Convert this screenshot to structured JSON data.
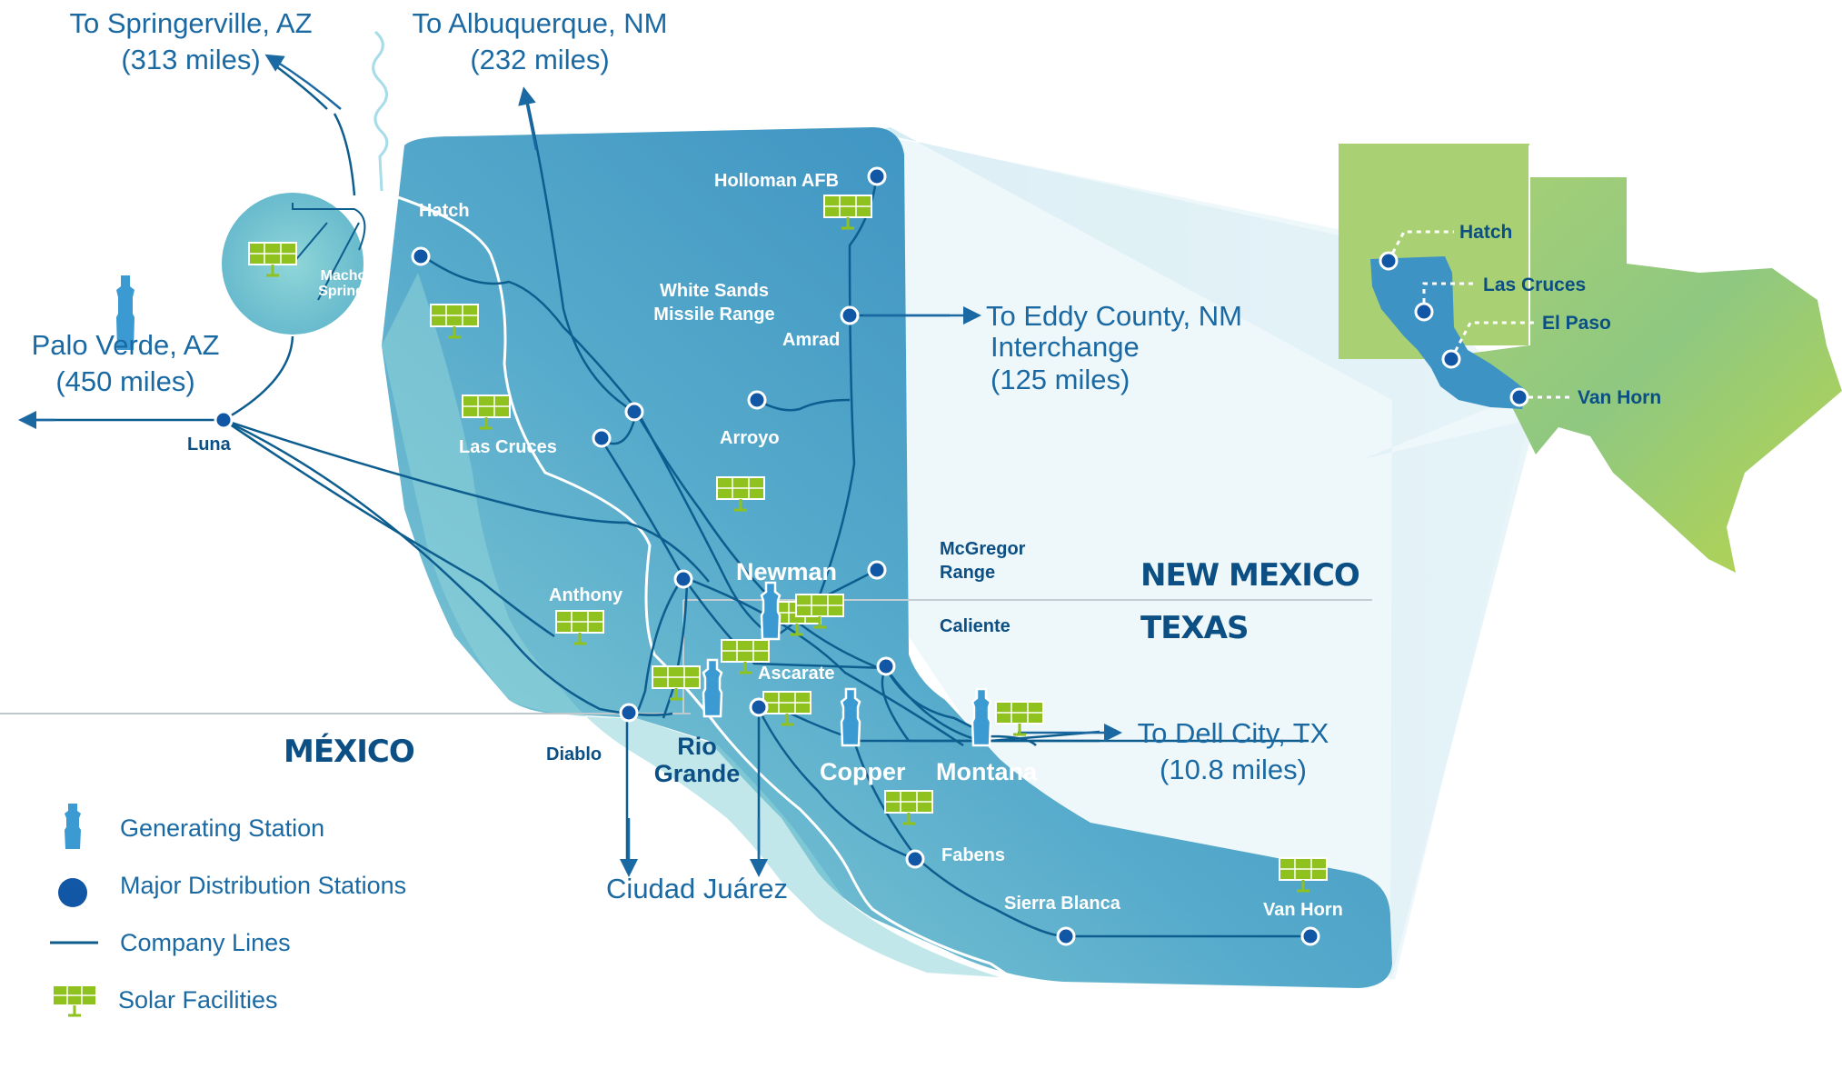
{
  "destinations": {
    "springerville": [
      "To Springerville, AZ",
      "(313 miles)"
    ],
    "albuquerque": [
      "To Albuquerque, NM",
      "(232 miles)"
    ],
    "palo_verde": [
      "Palo Verde, AZ",
      "(450 miles)"
    ],
    "eddy_county": [
      "To Eddy County, NM",
      "Interchange",
      "(125 miles)"
    ],
    "dell_city": [
      "To Dell City, TX",
      "(10.8 miles)"
    ],
    "ciudad_juarez": "Ciudad Juárez"
  },
  "places": {
    "hatch": "Hatch",
    "macho_springs": [
      "Macho",
      "Springs"
    ],
    "luna": "Luna",
    "las_cruces": "Las Cruces",
    "holloman": "Holloman AFB",
    "white_sands": [
      "White Sands",
      "Missile Range"
    ],
    "amrad": "Amrad",
    "arroyo": "Arroyo",
    "anthony": "Anthony",
    "mcgregor": [
      "McGregor",
      "Range"
    ],
    "caliente": "Caliente",
    "ascarate": "Ascarate",
    "diablo": "Diablo",
    "fabens": "Fabens",
    "sierra_blanca": "Sierra Blanca",
    "van_horn": "Van Horn"
  },
  "generating": {
    "newman": "Newman",
    "rio_grande": [
      "Rio",
      "Grande"
    ],
    "copper": "Copper",
    "montana": "Montana"
  },
  "states": {
    "new_mexico": "NEW MEXICO",
    "texas": "TEXAS",
    "mexico": "MÉXICO"
  },
  "inset": {
    "hatch": "Hatch",
    "las_cruces": "Las Cruces",
    "el_paso": "El Paso",
    "van_horn": "Van Horn"
  },
  "legend": {
    "generating": "Generating Station",
    "distribution": "Major Distribution Stations",
    "lines": "Company Lines",
    "solar": "Solar Facilities"
  },
  "colors": {
    "territory_dark": "#3d93c4",
    "territory_light": "#80cdd6",
    "company_line": "#0d5d8f",
    "station": "#1256a6",
    "solar": "#8fc21e",
    "label_blue": "#1a69a3",
    "state_label": "#0b4f84"
  }
}
